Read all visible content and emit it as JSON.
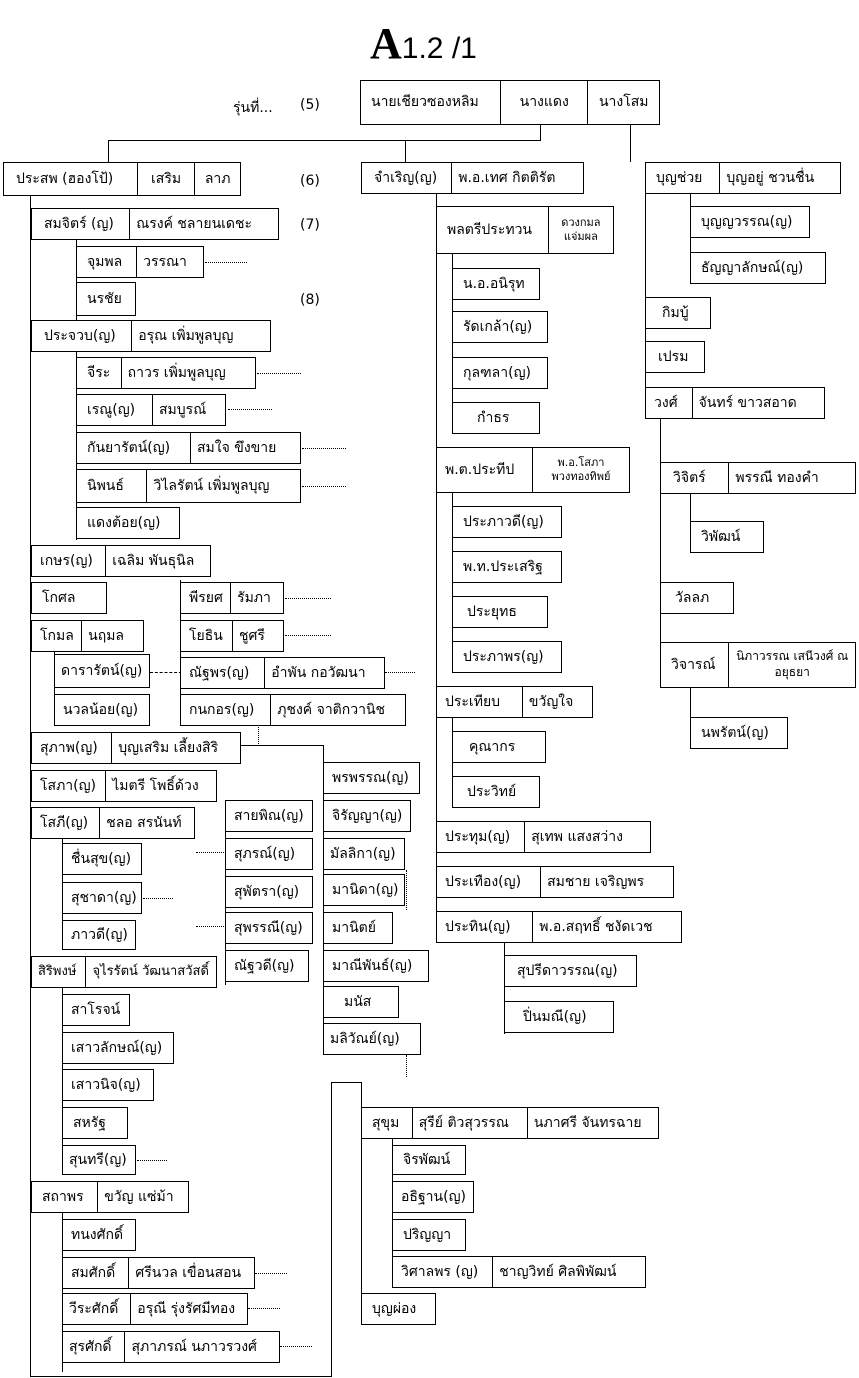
{
  "title": {
    "letter": "A",
    "code": "1.2 /1"
  },
  "gen_label": "รุ่นที่...",
  "generations": [
    "(5)",
    "(6)",
    "(7)",
    "(8)"
  ],
  "root": [
    "นายเชียวซองหลิม",
    "นางแดง",
    "นางโสม"
  ],
  "col1": {
    "prasop": [
      "ประสพ (ฮองโป้)",
      "เสริม",
      "ลาภ"
    ],
    "somchit": [
      "สมจิตร์ (ญ)",
      "ณรงค์ ชลายนเดชะ"
    ],
    "jumphon": [
      "จุมพล",
      "วรรณา"
    ],
    "norachai": "นรชัย",
    "prachuap": [
      "ประจวบ(ญ)",
      "อรุณ เพิ่มพูลบุญ"
    ],
    "jira": [
      "จีระ",
      "ถาวร เพิ่มพูลบุญ"
    ],
    "renu": [
      "เรณู(ญ)",
      "สมบูรณ์"
    ],
    "kanyarat": [
      "กันยารัตน์(ญ)",
      "สมใจ ขึงขาย"
    ],
    "niphon": [
      "นิพนธ์",
      "วิไลรัตน์ เพิ่มพูลบุญ"
    ],
    "daengtoi": "แดงต้อย(ญ)",
    "kaset": [
      "เกษร(ญ)",
      "เฉลิม พันธุนิล"
    ],
    "kosol": "โกศล",
    "komol": [
      "โกมล",
      "นฤมล"
    ],
    "dara": "ดารารัตน์(ญ)",
    "nuannoi": "นวลน้อย(ญ)",
    "phiriya": [
      "พีรยศ",
      "รัมภา"
    ],
    "yothin": [
      "โยธิน",
      "ชูศรี"
    ],
    "natthaphon": [
      "ณัฐพร(ญ)",
      "อำพัน กอวัฒนา"
    ],
    "kanokon": [
      "กนกอร(ญ)",
      "ภุชงค์ จาติกวานิช"
    ],
    "suphap": [
      "สุภาพ(ญ)",
      "บุญเสริม เลี้ยงสิริ"
    ],
    "sopha": [
      "โสภา(ญ)",
      "ไมตรี โพธิ์ด้วง"
    ],
    "sophi": [
      "โสภี(ญ)",
      "ชลอ สรนันท์"
    ],
    "chuensuk": "ชื่นสุข(ญ)",
    "suchada": "สุชาดา(ญ)",
    "phawadi": "ภาวดี(ญ)",
    "siriphong": [
      "สิริพงษ์",
      "จุไรรัตน์ วัฒนาสวัสดิ์"
    ],
    "sarot": "สาโรจน์",
    "saowalak": "เสาวลักษณ์(ญ)",
    "saowanit": "เสาวนิจ(ญ)",
    "saharat": "สหรัฐ",
    "sunthari": "สุนทรี(ญ)",
    "sathaphon": [
      "สถาพร",
      "ขวัญ แซ่ม้า"
    ],
    "thanong": "ทนงศักดิ์",
    "somsak": [
      "สมศักดิ์",
      "ศรีนวล เขื่อนสอน"
    ],
    "weerasak": [
      "วีระศักดิ์",
      "อรุณี รุ่งรัศมีทอง"
    ],
    "surasak": [
      "สุรศักดิ์",
      "สุภาภรณ์ นภาวรวงศ์"
    ],
    "saiphin": "สายพิณ(ญ)",
    "suphon": "สุภรณ์(ญ)",
    "suphatra": "สุพัตรา(ญ)",
    "suphanni": "สุพรรณี(ญ)",
    "natthawadi": "ณัฐวดี(ญ)"
  },
  "col2": {
    "phonphan": "พรพรรณ(ญ)",
    "chiranya": "จิรัญญา(ญ)",
    "monlika": "มัลลิกา(ญ)",
    "manida": "มานิดา(ญ)",
    "manit": "มานิตย์",
    "manipan": "มาณีพันธ์(ญ)",
    "manat": "มนัส",
    "maliwan": "มลิวัณย์(ญ)",
    "jamroen": [
      "จำเริญ(ญ)",
      "พ.อ.เทศ กิตติรัต"
    ],
    "prathuan": [
      "พลตรีประทวน",
      "ดวงกมล แจ่มผล"
    ],
    "anirut": "น.อ.อนิรุท",
    "ratklao": "รัดเกล้า(ญ)",
    "kulala": "กุลฑลา(ญ)",
    "kamthon": "กำธร",
    "prathip": [
      "พ.ต.ประทีป",
      "พ.อ.โสภา พวงทองทิพย์"
    ],
    "praphawadi": "ประภาวดี(ญ)",
    "prasoet": "พ.ท.ประเสริฐ",
    "prayut": "ประยุทธ",
    "praphaphon": "ประภาพร(ญ)",
    "prathiap": [
      "ประเทียบ",
      "ขวัญใจ"
    ],
    "khunakon": "คุณากร",
    "prawit": "ประวิทย์",
    "prathum": [
      "ประทุม(ญ)",
      "สุเทพ แสงสว่าง"
    ],
    "prathueang": [
      "ประเทือง(ญ)",
      "สมชาย เจริญพร"
    ],
    "prathin": [
      "ประทิน(ญ)",
      "พ.อ.สฤทธิ์ ชงัดเวช"
    ],
    "supreeda": "สุปรีดาวรรณ(ญ)",
    "pinmani": "ปิ่นมณี(ญ)",
    "sukhum": [
      "สุขุม",
      "สุรีย์ ติวสุวรรณ",
      "นภาศรี จันทรฉาย"
    ],
    "chiraphat": "จิรพัฒน์",
    "athithan": "อธิฐาน(ญ)",
    "parinya": "ปริญญา",
    "wisalaphon": [
      "วิศาลพร (ญ)",
      "ชาญวิทย์ ศิลพิพัฒน์"
    ],
    "bunphong": "บุญผ่อง"
  },
  "col3": {
    "bunchuai": [
      "บุญช่วย",
      "บุญอยู่ ชวนชื่น"
    ],
    "bunyawan": "บุญญวรรณ(ญ)",
    "thanyalak": "ธัญญาลักษณ์(ญ)",
    "kimbu": "กิมบู้",
    "prem": "เปรม",
    "wong": [
      "วงศ์",
      "จันทร์ ขาวสอาด"
    ],
    "wichit": [
      "วิจิตร์",
      "พรรณี ทองคำ"
    ],
    "wiphat": "วิพัฒน์",
    "wanlop": "วัลลภ",
    "wichan": [
      "วิจารณ์",
      "นิภาวรรณ เสนีวงศ์ ณ อยุธยา"
    ],
    "nopparat": "นพรัตน์(ญ)"
  }
}
